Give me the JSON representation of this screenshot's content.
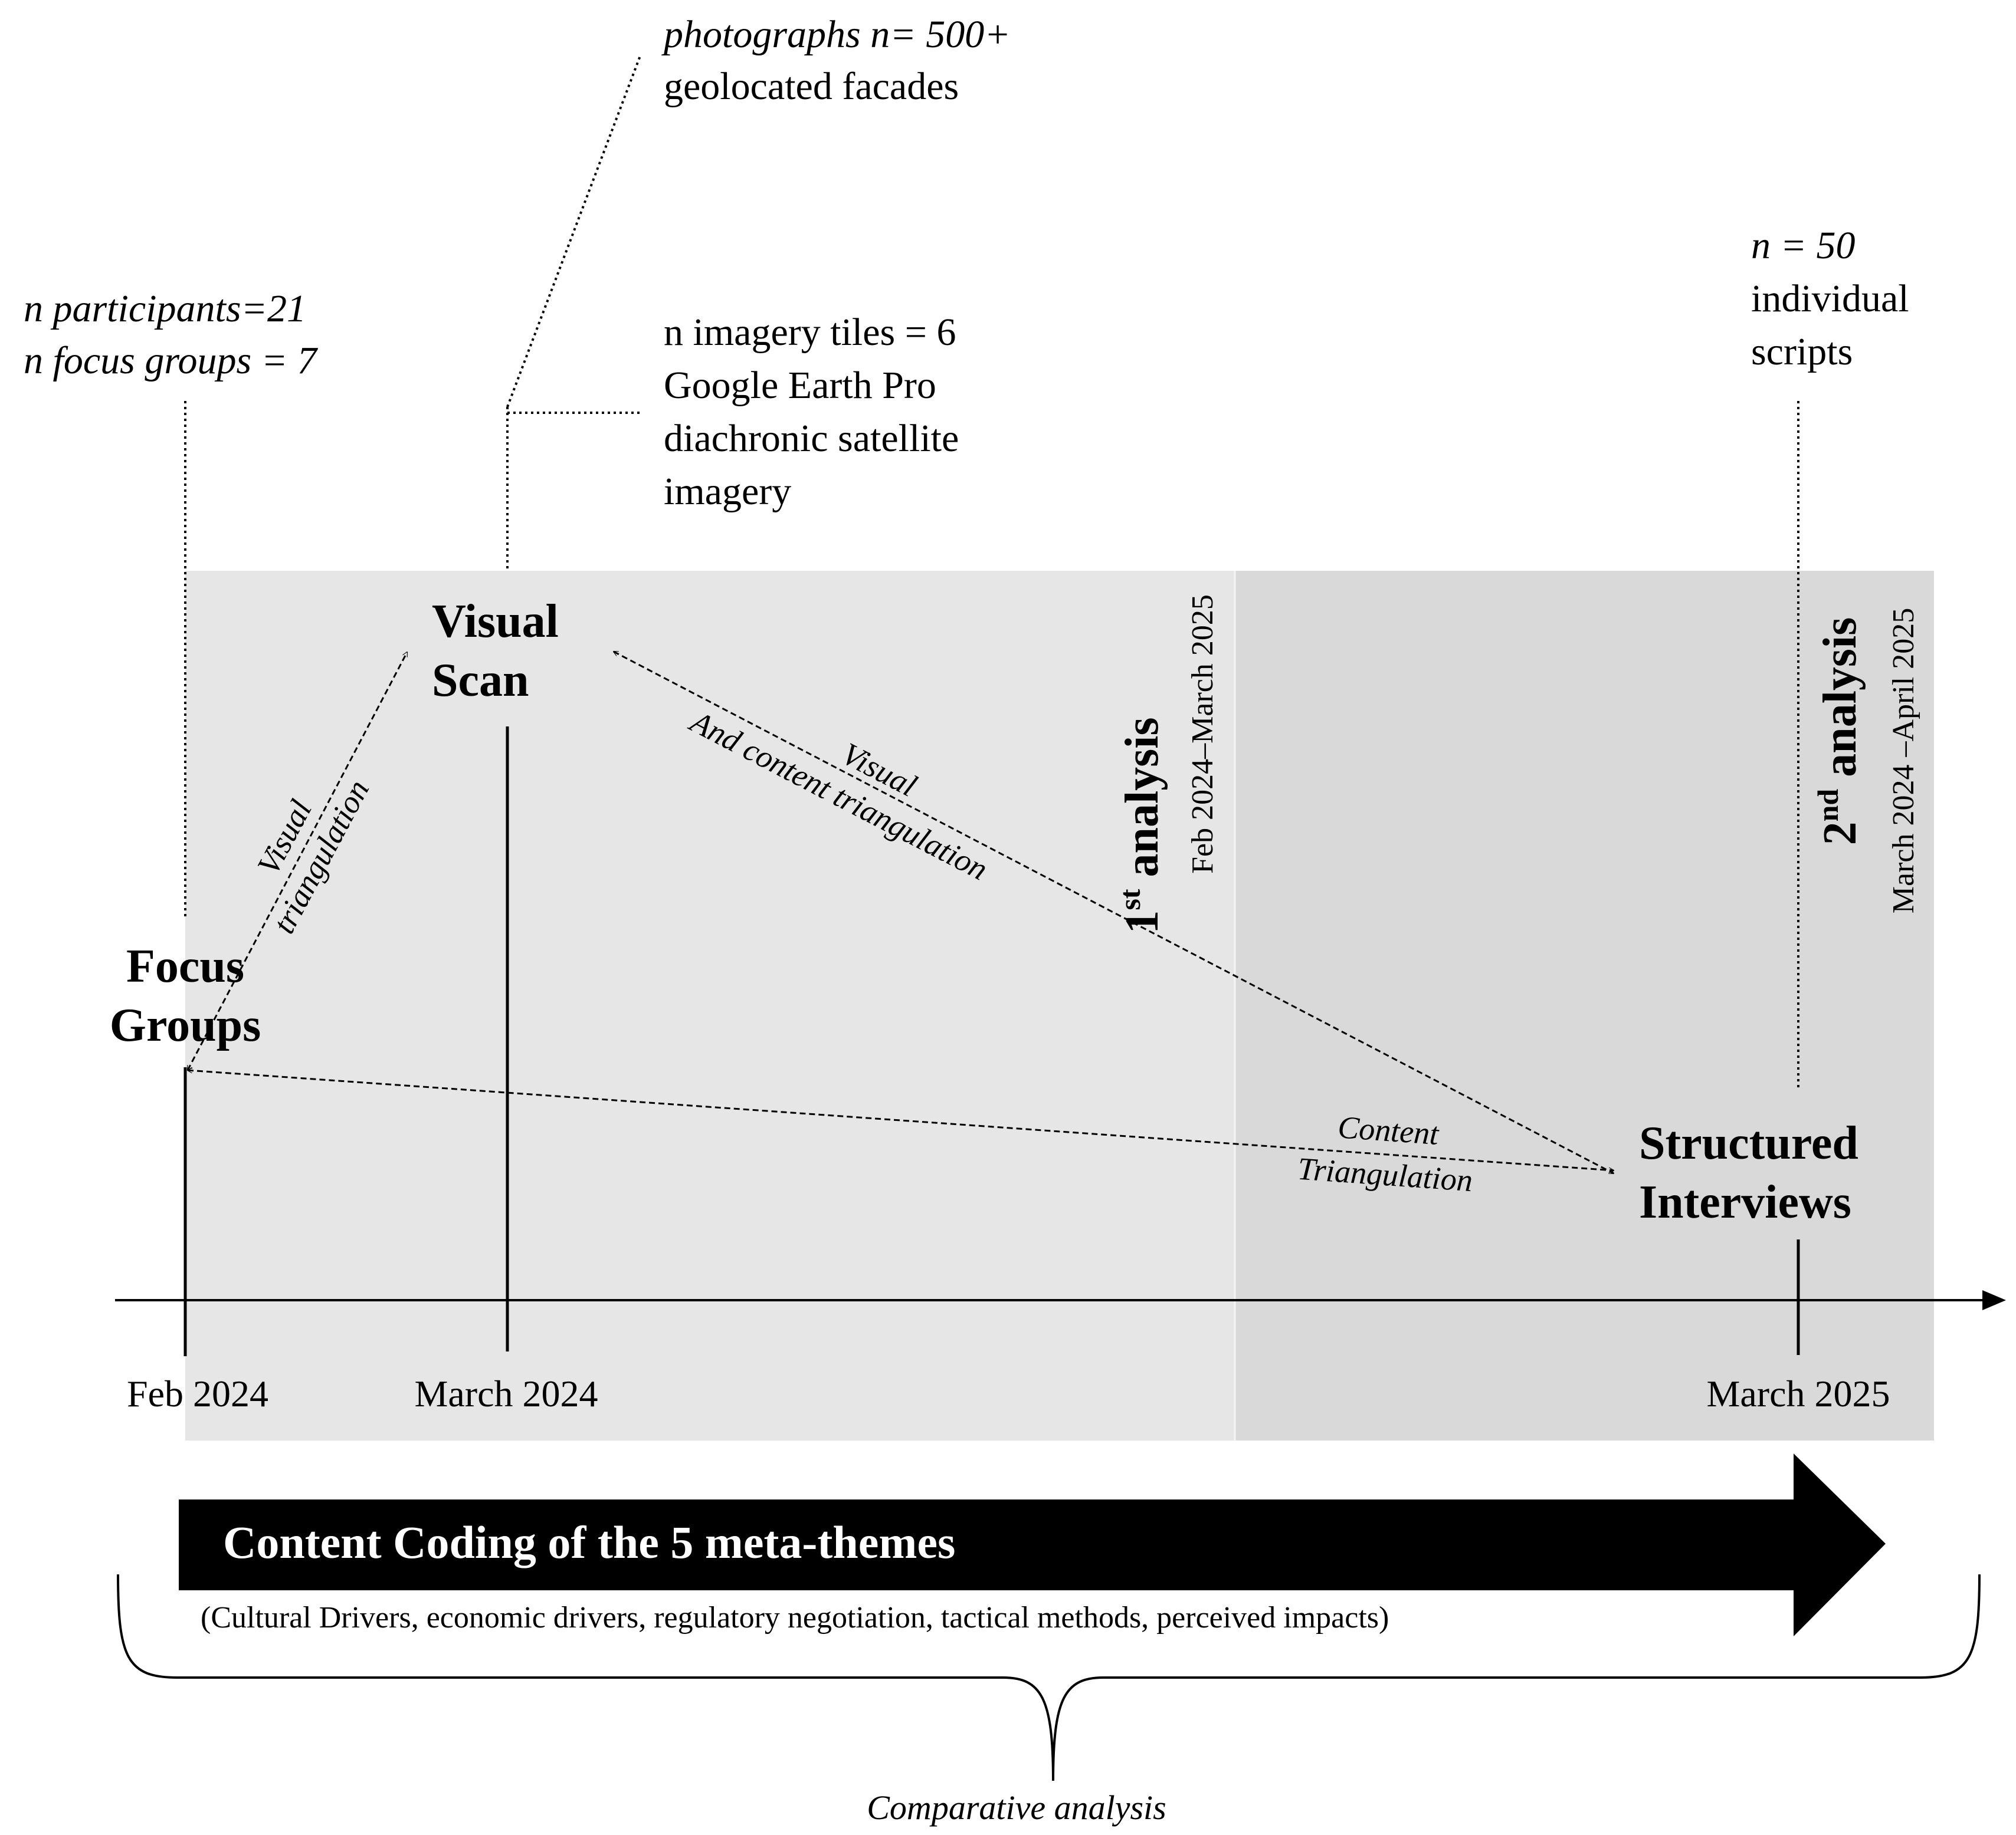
{
  "annotations": {
    "focus": {
      "line1": "n participants=21",
      "line2": "n focus groups = 7"
    },
    "photos": {
      "line1": "photographs n= 500+",
      "line2": "geolocated facades"
    },
    "imagery": {
      "line1": "n imagery tiles = 6",
      "line2": "Google Earth Pro",
      "line3": "diachronic satellite",
      "line4": "imagery"
    },
    "interviews": {
      "line1": "n = 50",
      "line2": "individual",
      "line3": "scripts"
    }
  },
  "stages": {
    "focus_groups": {
      "line1": "Focus",
      "line2": "Groups"
    },
    "visual_scan": {
      "line1": "Visual",
      "line2": "Scan"
    },
    "structured_interviews": {
      "line1": "Structured",
      "line2": "Interviews"
    }
  },
  "analyses": {
    "first": {
      "ordinal": "1",
      "sup": "st",
      "word": " analysis",
      "period": "Feb 2024–March 2025"
    },
    "second": {
      "ordinal": "2",
      "sup": "nd",
      "word": " analysis",
      "period": "March 2024 –April 2025"
    }
  },
  "triangulations": {
    "visual": {
      "line1": "Visual",
      "line2": "triangulation"
    },
    "visual_content": {
      "line1": "Visual",
      "line2": "And content triangulation"
    },
    "content": {
      "line1": "Content",
      "line2": "Triangulation"
    }
  },
  "timeline": {
    "feb_2024": "Feb 2024",
    "march_2024": "March 2024",
    "march_2025": "March 2025"
  },
  "coding": {
    "title": "Content Coding of the 5 meta-themes",
    "themes": "(Cultural Drivers, economic drivers, regulatory negotiation, tactical methods, perceived impacts)"
  },
  "comparative": "Comparative analysis",
  "colors": {
    "panel_first": "#e6e6e6",
    "panel_second": "#d9d9d9",
    "ink": "#000000"
  }
}
